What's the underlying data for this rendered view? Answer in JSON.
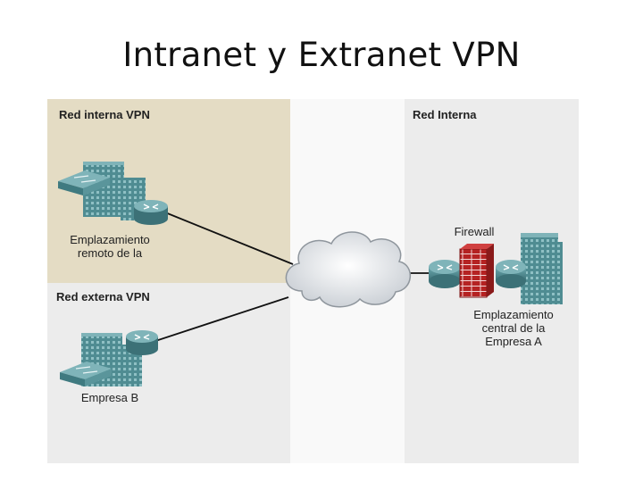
{
  "title": "Intranet y Extranet VPN",
  "zones": {
    "internal_vpn": "Red interna VPN",
    "external_vpn": "Red externa VPN",
    "internal_network": "Red Interna"
  },
  "captions": {
    "remote_site_line1": "Emplazamiento",
    "remote_site_line2": "remoto de la",
    "company_b": "Empresa B",
    "firewall": "Firewall",
    "central_line1": "Emplazamiento",
    "central_line2": "central de la",
    "central_line3": "Empresa A"
  },
  "colors": {
    "internal_vpn_bg": "#e4dcc4",
    "zone_bg": "#ececec",
    "device_teal": "#4f8c92",
    "firewall_red": "#b52222"
  }
}
